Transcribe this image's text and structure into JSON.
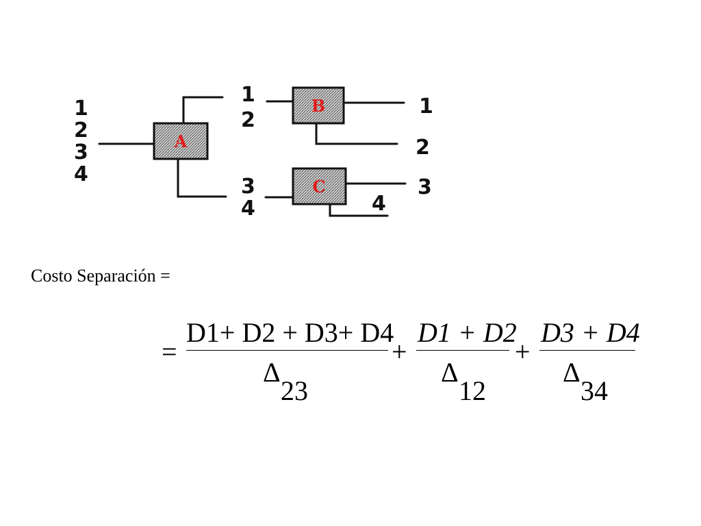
{
  "diagram": {
    "input_streams": [
      "1",
      "2",
      "3",
      "4"
    ],
    "boxes": [
      {
        "id": "A",
        "label": "A"
      },
      {
        "id": "B",
        "label": "B"
      },
      {
        "id": "C",
        "label": "C"
      }
    ],
    "a_top_outputs": [
      "1",
      "2"
    ],
    "a_bottom_outputs": [
      "3",
      "4"
    ],
    "final_outputs": [
      "1",
      "2",
      "3",
      "4"
    ],
    "box_label_color": "#e01b1b"
  },
  "equation": {
    "label": "Costo Separación =",
    "equals": "=",
    "plus": "+",
    "term1": {
      "numerator": "D1+ D2 + D3+ D4",
      "delta": "Δ",
      "subscript": "23"
    },
    "term2": {
      "numerator": "D1 + D2",
      "delta": "Δ",
      "subscript": "12"
    },
    "term3": {
      "numerator": "D3 + D4",
      "delta": "Δ",
      "subscript": "34"
    }
  }
}
